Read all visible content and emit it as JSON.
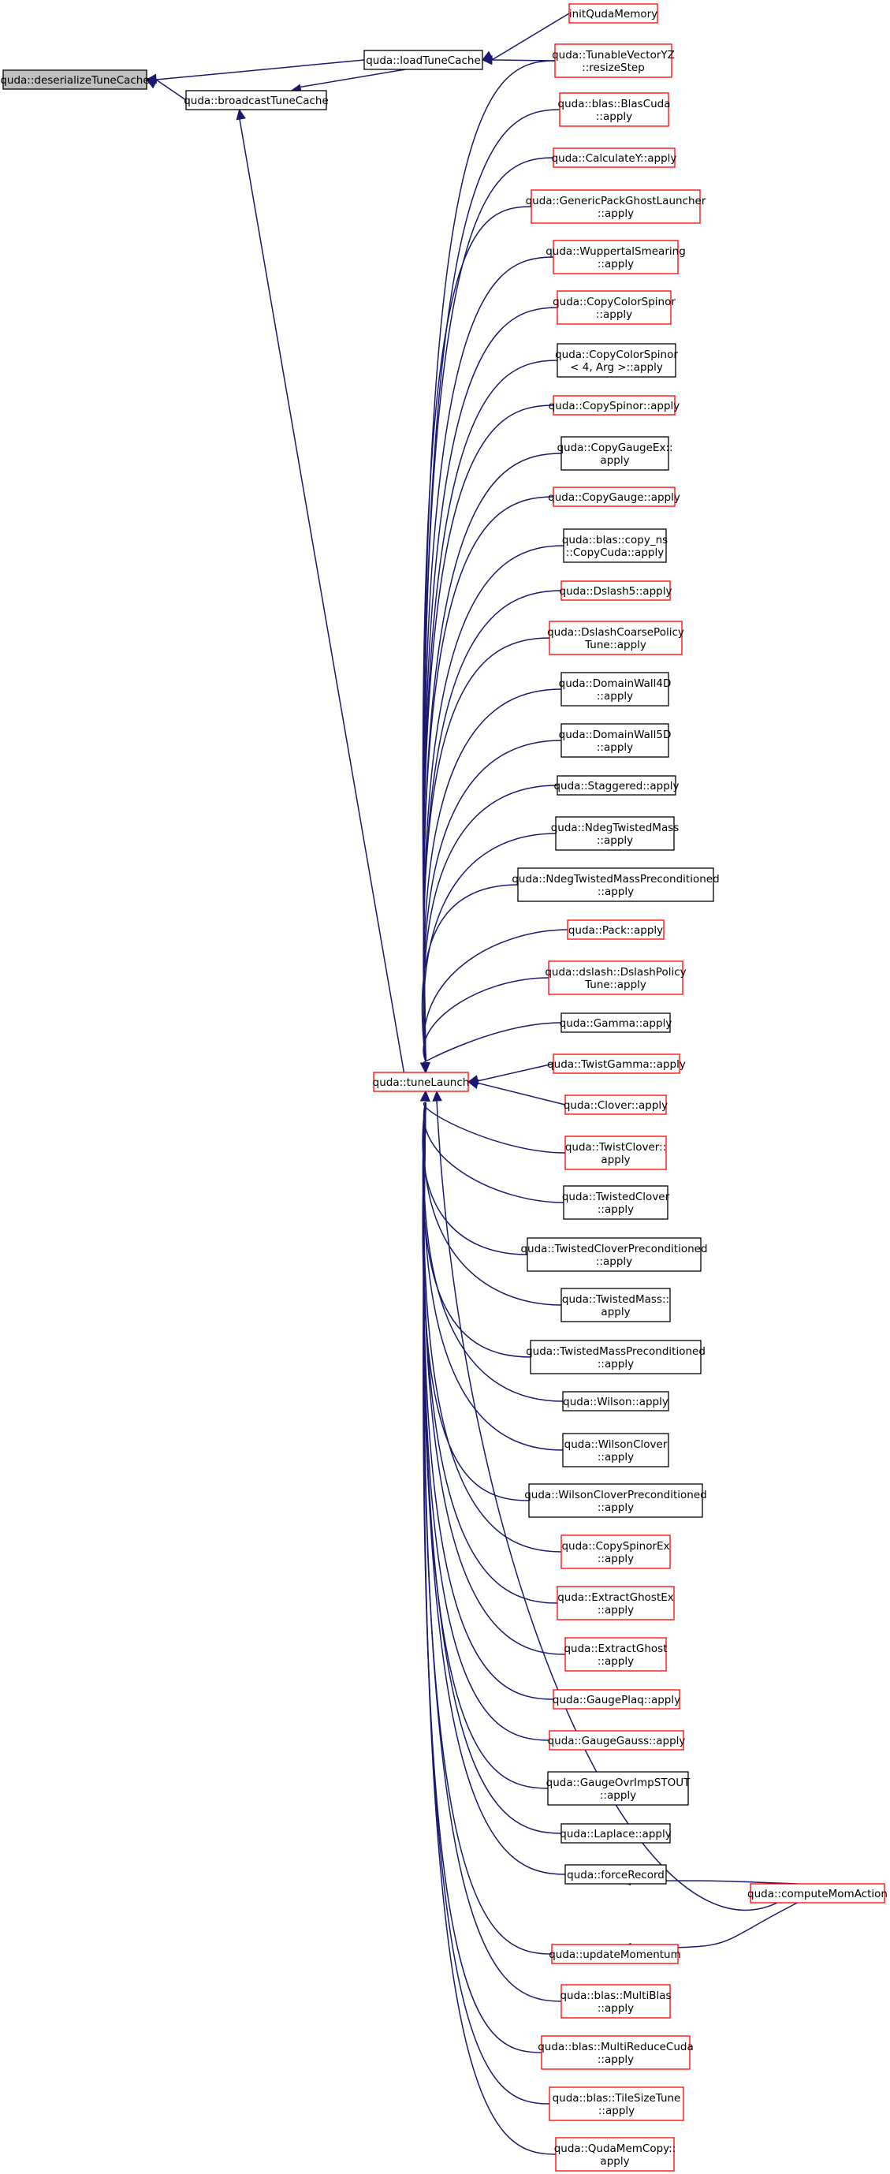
{
  "colors": {
    "edge": "#191970",
    "box_border_plain": "#000000",
    "box_border_link": "#ff0000",
    "box_fill": "#ffffff",
    "box_fill_focus": "#bfbfbf"
  },
  "nodes": [
    {
      "id": "deserialize",
      "lines": [
        "quda::deserializeTuneCache"
      ],
      "style": "focus"
    },
    {
      "id": "broadcast",
      "lines": [
        "quda::broadcastTuneCache"
      ],
      "style": "plain"
    },
    {
      "id": "load",
      "lines": [
        "quda::loadTuneCache"
      ],
      "style": "plain"
    },
    {
      "id": "initmem",
      "lines": [
        "initQudaMemory"
      ],
      "style": "link"
    },
    {
      "id": "tvyz",
      "lines": [
        "quda::TunableVectorYZ",
        "::resizeStep"
      ],
      "style": "link"
    },
    {
      "id": "tune",
      "lines": [
        "quda::tuneLaunch"
      ],
      "style": "link"
    },
    {
      "id": "blascuda",
      "lines": [
        "quda::blas::BlasCuda",
        "::apply"
      ],
      "style": "link"
    },
    {
      "id": "calcy",
      "lines": [
        "quda::CalculateY::apply"
      ],
      "style": "link"
    },
    {
      "id": "gpgl",
      "lines": [
        "quda::GenericPackGhostLauncher",
        "::apply"
      ],
      "style": "link"
    },
    {
      "id": "wupp",
      "lines": [
        "quda::WuppertalSmearing",
        "::apply"
      ],
      "style": "link"
    },
    {
      "id": "ccs",
      "lines": [
        "quda::CopyColorSpinor",
        "::apply"
      ],
      "style": "link"
    },
    {
      "id": "ccs4",
      "lines": [
        "quda::CopyColorSpinor",
        "< 4, Arg >::apply"
      ],
      "style": "plain"
    },
    {
      "id": "cspinor",
      "lines": [
        "quda::CopySpinor::apply"
      ],
      "style": "link"
    },
    {
      "id": "cgex",
      "lines": [
        "quda::CopyGaugeEx::",
        "apply"
      ],
      "style": "plain"
    },
    {
      "id": "cgauge",
      "lines": [
        "quda::CopyGauge::apply"
      ],
      "style": "link"
    },
    {
      "id": "copyns",
      "lines": [
        "quda::blas::copy_ns",
        "::CopyCuda::apply"
      ],
      "style": "plain"
    },
    {
      "id": "dslash5",
      "lines": [
        "quda::Dslash5::apply"
      ],
      "style": "link"
    },
    {
      "id": "dcpt",
      "lines": [
        "quda::DslashCoarsePolicy",
        "Tune::apply"
      ],
      "style": "link"
    },
    {
      "id": "dw4d",
      "lines": [
        "quda::DomainWall4D",
        "::apply"
      ],
      "style": "plain"
    },
    {
      "id": "dw5d",
      "lines": [
        "quda::DomainWall5D",
        "::apply"
      ],
      "style": "plain"
    },
    {
      "id": "stag",
      "lines": [
        "quda::Staggered::apply"
      ],
      "style": "plain"
    },
    {
      "id": "ndtm",
      "lines": [
        "quda::NdegTwistedMass",
        "::apply"
      ],
      "style": "plain"
    },
    {
      "id": "ndtmp",
      "lines": [
        "quda::NdegTwistedMassPreconditioned",
        "::apply"
      ],
      "style": "plain"
    },
    {
      "id": "pack",
      "lines": [
        "quda::Pack::apply"
      ],
      "style": "link"
    },
    {
      "id": "dpt",
      "lines": [
        "quda::dslash::DslashPolicy",
        "Tune::apply"
      ],
      "style": "link"
    },
    {
      "id": "gamma",
      "lines": [
        "quda::Gamma::apply"
      ],
      "style": "plain"
    },
    {
      "id": "tgamma",
      "lines": [
        "quda::TwistGamma::apply"
      ],
      "style": "link"
    },
    {
      "id": "clover",
      "lines": [
        "quda::Clover::apply"
      ],
      "style": "link"
    },
    {
      "id": "tclover",
      "lines": [
        "quda::TwistClover::",
        "apply"
      ],
      "style": "link"
    },
    {
      "id": "twclover",
      "lines": [
        "quda::TwistedClover",
        "::apply"
      ],
      "style": "plain"
    },
    {
      "id": "twcloverp",
      "lines": [
        "quda::TwistedCloverPreconditioned",
        "::apply"
      ],
      "style": "plain"
    },
    {
      "id": "twmass",
      "lines": [
        "quda::TwistedMass::",
        "apply"
      ],
      "style": "plain"
    },
    {
      "id": "twmassp",
      "lines": [
        "quda::TwistedMassPreconditioned",
        "::apply"
      ],
      "style": "plain"
    },
    {
      "id": "wilson",
      "lines": [
        "quda::Wilson::apply"
      ],
      "style": "plain"
    },
    {
      "id": "wclover",
      "lines": [
        "quda::WilsonClover",
        "::apply"
      ],
      "style": "plain"
    },
    {
      "id": "wcloverp",
      "lines": [
        "quda::WilsonCloverPreconditioned",
        "::apply"
      ],
      "style": "plain"
    },
    {
      "id": "cspex",
      "lines": [
        "quda::CopySpinorEx",
        "::apply"
      ],
      "style": "link"
    },
    {
      "id": "egex",
      "lines": [
        "quda::ExtractGhostEx",
        "::apply"
      ],
      "style": "link"
    },
    {
      "id": "eg",
      "lines": [
        "quda::ExtractGhost",
        "::apply"
      ],
      "style": "link"
    },
    {
      "id": "gplaq",
      "lines": [
        "quda::GaugePlaq::apply"
      ],
      "style": "link"
    },
    {
      "id": "ggauss",
      "lines": [
        "quda::GaugeGauss::apply"
      ],
      "style": "link"
    },
    {
      "id": "govr",
      "lines": [
        "quda::GaugeOvrImpSTOUT",
        "::apply"
      ],
      "style": "plain"
    },
    {
      "id": "lap",
      "lines": [
        "quda::Laplace::apply"
      ],
      "style": "plain"
    },
    {
      "id": "force",
      "lines": [
        "quda::forceRecord"
      ],
      "style": "plain"
    },
    {
      "id": "cma",
      "lines": [
        "quda::computeMomAction"
      ],
      "style": "link"
    },
    {
      "id": "updmom",
      "lines": [
        "quda::updateMomentum"
      ],
      "style": "link"
    },
    {
      "id": "multiblas",
      "lines": [
        "quda::blas::MultiBlas",
        "::apply"
      ],
      "style": "link"
    },
    {
      "id": "mrc",
      "lines": [
        "quda::blas::MultiReduceCuda",
        "::apply"
      ],
      "style": "link"
    },
    {
      "id": "tst",
      "lines": [
        "quda::blas::TileSizeTune",
        "::apply"
      ],
      "style": "link"
    },
    {
      "id": "qmc",
      "lines": [
        "quda::QudaMemCopy::",
        "apply"
      ],
      "style": "link"
    }
  ],
  "edges": [
    {
      "from": "broadcast",
      "to": "deserialize"
    },
    {
      "from": "load",
      "to": "deserialize"
    },
    {
      "from": "load",
      "to": "broadcast"
    },
    {
      "from": "initmem",
      "to": "load"
    },
    {
      "from": "tvyz",
      "to": "load"
    },
    {
      "from": "tune",
      "to": "broadcast"
    },
    {
      "from": "tvyz",
      "to": "tune"
    },
    {
      "from": "blascuda",
      "to": "tune"
    },
    {
      "from": "calcy",
      "to": "tune"
    },
    {
      "from": "gpgl",
      "to": "tune"
    },
    {
      "from": "wupp",
      "to": "tune"
    },
    {
      "from": "ccs",
      "to": "tune"
    },
    {
      "from": "ccs4",
      "to": "tune"
    },
    {
      "from": "cspinor",
      "to": "tune"
    },
    {
      "from": "cgex",
      "to": "tune"
    },
    {
      "from": "cgauge",
      "to": "tune"
    },
    {
      "from": "copyns",
      "to": "tune"
    },
    {
      "from": "dslash5",
      "to": "tune"
    },
    {
      "from": "dcpt",
      "to": "tune"
    },
    {
      "from": "dw4d",
      "to": "tune"
    },
    {
      "from": "dw5d",
      "to": "tune"
    },
    {
      "from": "stag",
      "to": "tune"
    },
    {
      "from": "ndtm",
      "to": "tune"
    },
    {
      "from": "ndtmp",
      "to": "tune"
    },
    {
      "from": "pack",
      "to": "tune"
    },
    {
      "from": "dpt",
      "to": "tune"
    },
    {
      "from": "gamma",
      "to": "tune"
    },
    {
      "from": "tgamma",
      "to": "tune"
    },
    {
      "from": "clover",
      "to": "tune"
    },
    {
      "from": "tclover",
      "to": "tune"
    },
    {
      "from": "twclover",
      "to": "tune"
    },
    {
      "from": "twcloverp",
      "to": "tune"
    },
    {
      "from": "twmass",
      "to": "tune"
    },
    {
      "from": "twmassp",
      "to": "tune"
    },
    {
      "from": "wilson",
      "to": "tune"
    },
    {
      "from": "wclover",
      "to": "tune"
    },
    {
      "from": "wcloverp",
      "to": "tune"
    },
    {
      "from": "cspex",
      "to": "tune"
    },
    {
      "from": "egex",
      "to": "tune"
    },
    {
      "from": "eg",
      "to": "tune"
    },
    {
      "from": "gplaq",
      "to": "tune"
    },
    {
      "from": "ggauss",
      "to": "tune"
    },
    {
      "from": "govr",
      "to": "tune"
    },
    {
      "from": "lap",
      "to": "tune"
    },
    {
      "from": "force",
      "to": "tune"
    },
    {
      "from": "cma",
      "to": "tune"
    },
    {
      "from": "updmom",
      "to": "tune"
    },
    {
      "from": "multiblas",
      "to": "tune"
    },
    {
      "from": "mrc",
      "to": "tune"
    },
    {
      "from": "tst",
      "to": "tune"
    },
    {
      "from": "qmc",
      "to": "tune"
    },
    {
      "from": "cma",
      "to": "force"
    },
    {
      "from": "cma",
      "to": "updmom"
    }
  ]
}
